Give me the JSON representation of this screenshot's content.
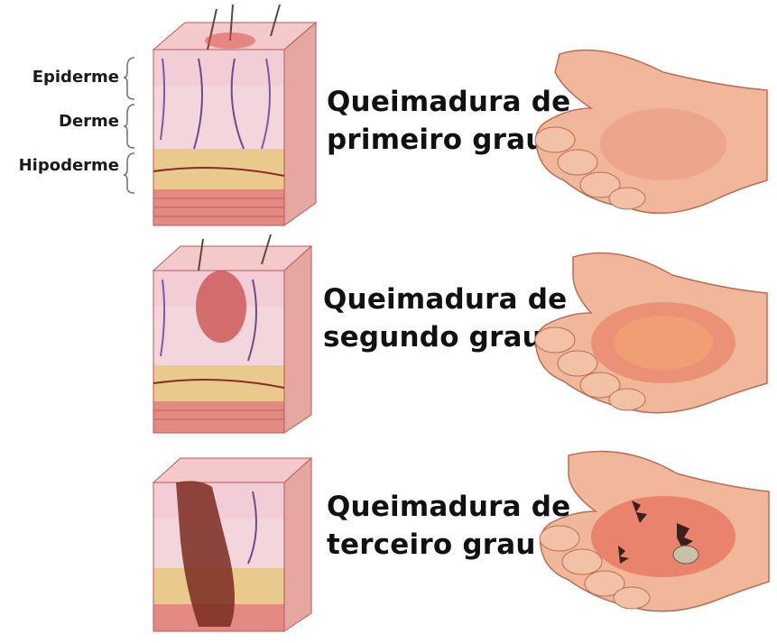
{
  "layers": {
    "epidermis": "Epiderme",
    "dermis": "Derme",
    "hypodermis": "Hipoderme"
  },
  "burns": [
    {
      "line1": "Queimadura de",
      "line2": "primeiro grau"
    },
    {
      "line1": "Queimadura de",
      "line2": "segundo grau"
    },
    {
      "line1": "Queimadura de",
      "line2": "terceiro grau"
    }
  ],
  "colors": {
    "epidermis": "#f2c6c6",
    "dermis": "#f3d3d8",
    "hypodermis": "#e9c98c",
    "muscle": "#e38b82",
    "burn": "#d94f4a",
    "skin": "#f0b79a"
  }
}
